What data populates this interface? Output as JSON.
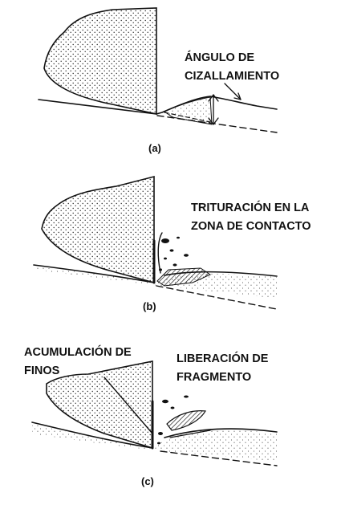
{
  "panels": [
    {
      "id": "a",
      "caption": "(a)",
      "labels": [
        {
          "text": "ÁNGULO DE"
        },
        {
          "text": "CIZALLAMIENTO"
        }
      ]
    },
    {
      "id": "b",
      "caption": "(b)",
      "labels": [
        {
          "text": "TRITURACIÓN EN LA"
        },
        {
          "text": "ZONA DE CONTACTO"
        }
      ]
    },
    {
      "id": "c",
      "caption": "(c)",
      "labels": [
        {
          "text": "ACUMULACIÓN DE"
        },
        {
          "text": "FINOS"
        },
        {
          "text": "LIBERACIÓN DE"
        },
        {
          "text": "FRAGMENTO"
        }
      ]
    }
  ],
  "colors": {
    "ink": "#111111",
    "background": "#ffffff"
  }
}
